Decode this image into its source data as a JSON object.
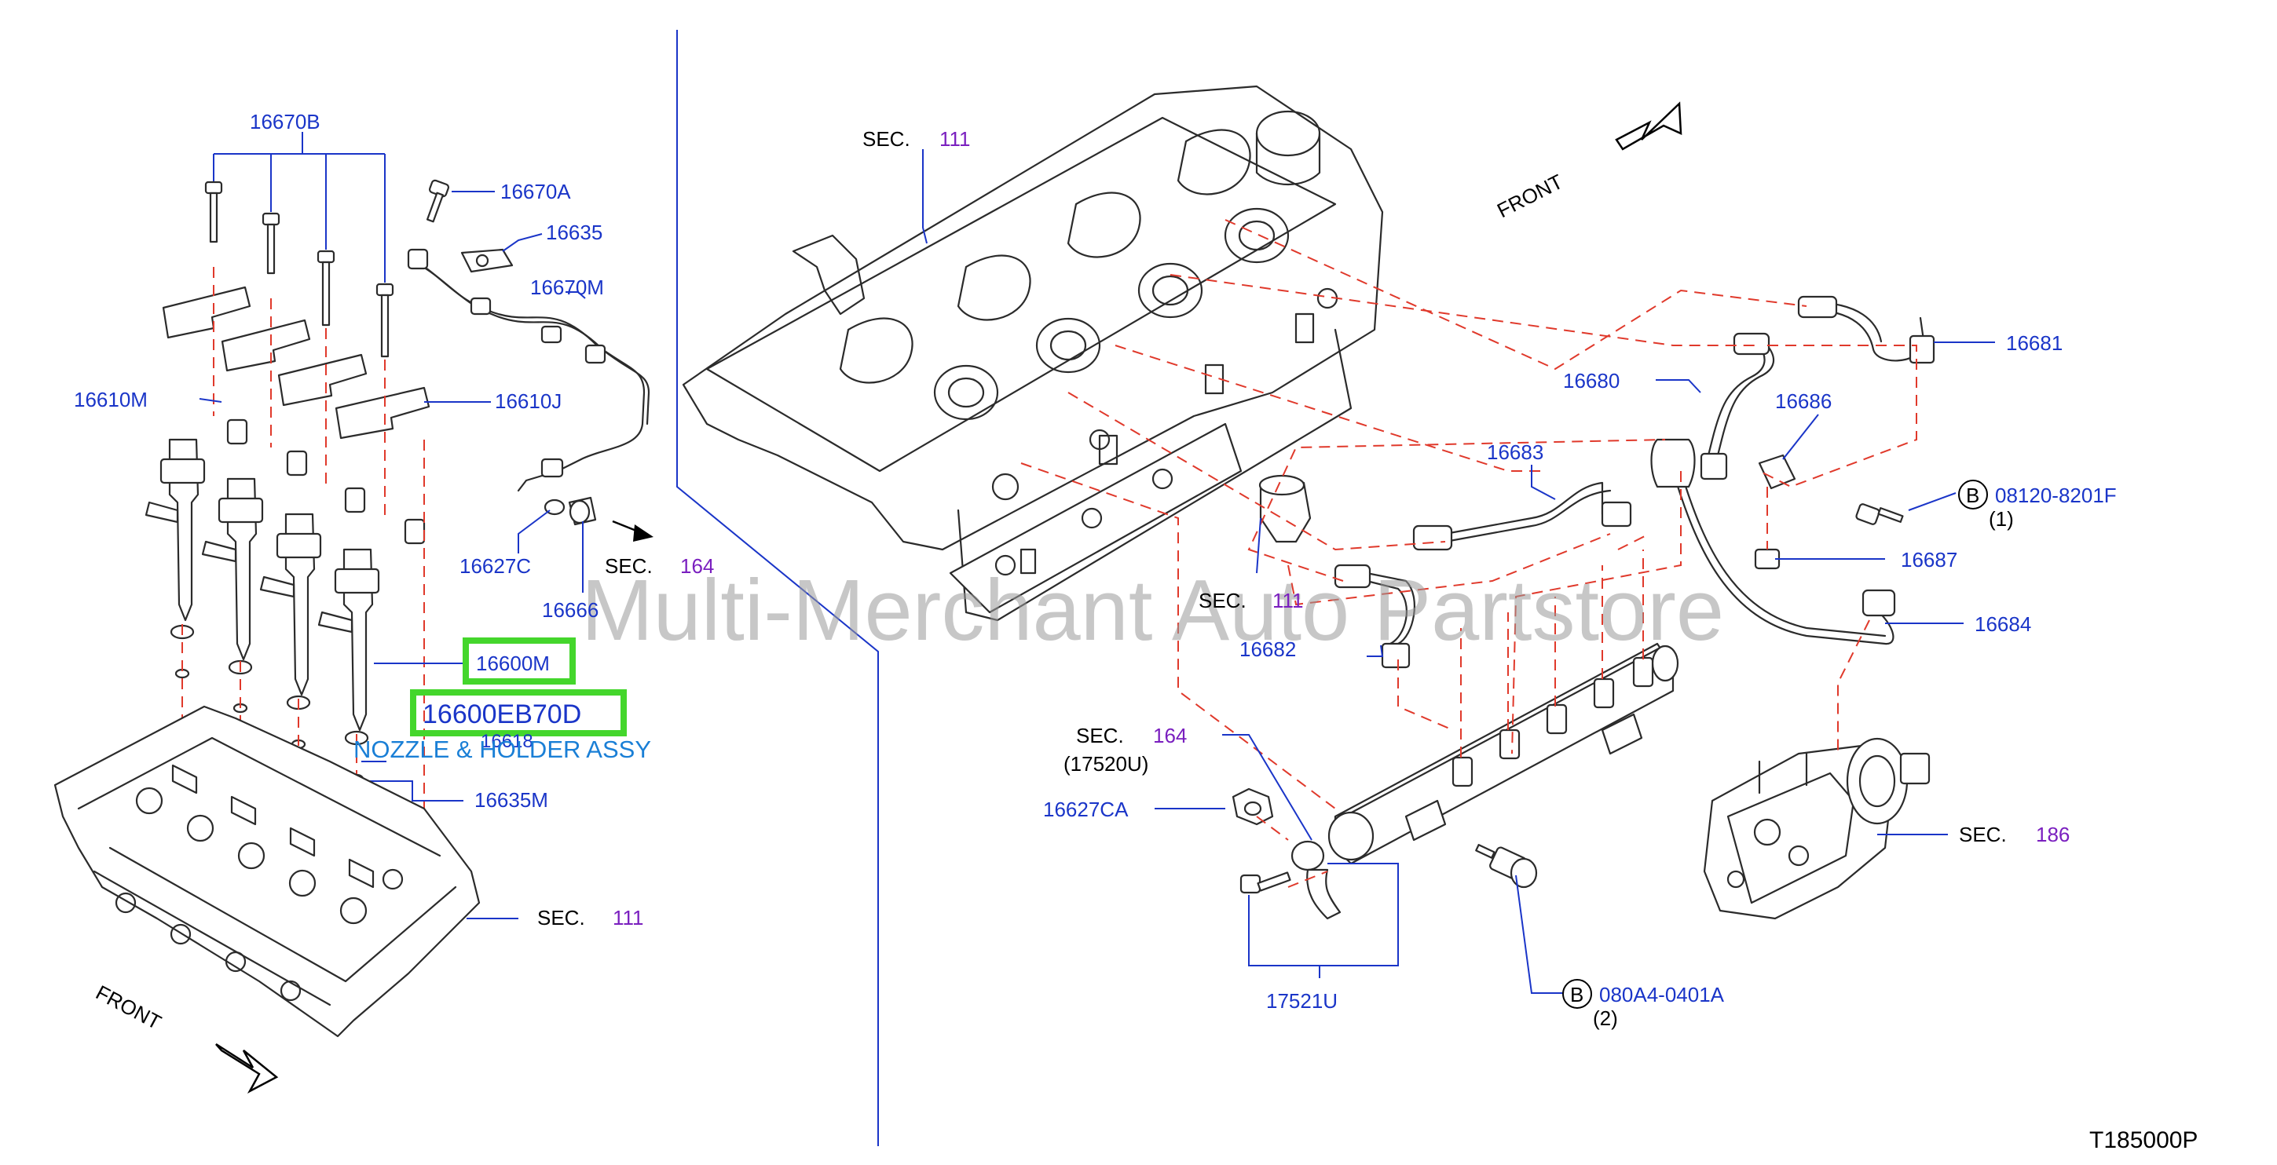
{
  "diagram_code": "T185000P",
  "watermark": "Multi-Merchant Auto Partstore",
  "highlight": {
    "selected_part": "16600M",
    "part_number": "16600EB70D",
    "description": "NOZZLE & HOLDER ASSY",
    "color": "#44d62c"
  },
  "front_labels": {
    "left": "FRONT",
    "right": "FRONT"
  },
  "sections": {
    "sec_label": "SEC.",
    "n111": "111",
    "n164": "164",
    "n186": "186",
    "sub_17520u": "(17520U)"
  },
  "parts": {
    "p16670B": "16670B",
    "p16670A": "16670A",
    "p16635": "16635",
    "p16670M": "16670M",
    "p16610M": "16610M",
    "p16610J": "16610J",
    "p16627C": "16627C",
    "p16666": "16666",
    "p16600M": "16600M",
    "p16618": "16618",
    "p16635M": "16635M",
    "p16681": "16681",
    "p16680": "16680",
    "p16686": "16686",
    "p16683": "16683",
    "p16687": "16687",
    "p16684": "16684",
    "p16682": "16682",
    "p16627CA": "16627CA",
    "p17521U": "17521U"
  },
  "bolts": {
    "b1_marker": "B",
    "b1_part": "08120-8201F",
    "b1_qty": "(1)",
    "b2_marker": "B",
    "b2_part": "080A4-0401A",
    "b2_qty": "(2)"
  },
  "colors": {
    "part_number": "#1a35c8",
    "section_number": "#7a1fbf",
    "callout_dash": "#e0392b"
  }
}
